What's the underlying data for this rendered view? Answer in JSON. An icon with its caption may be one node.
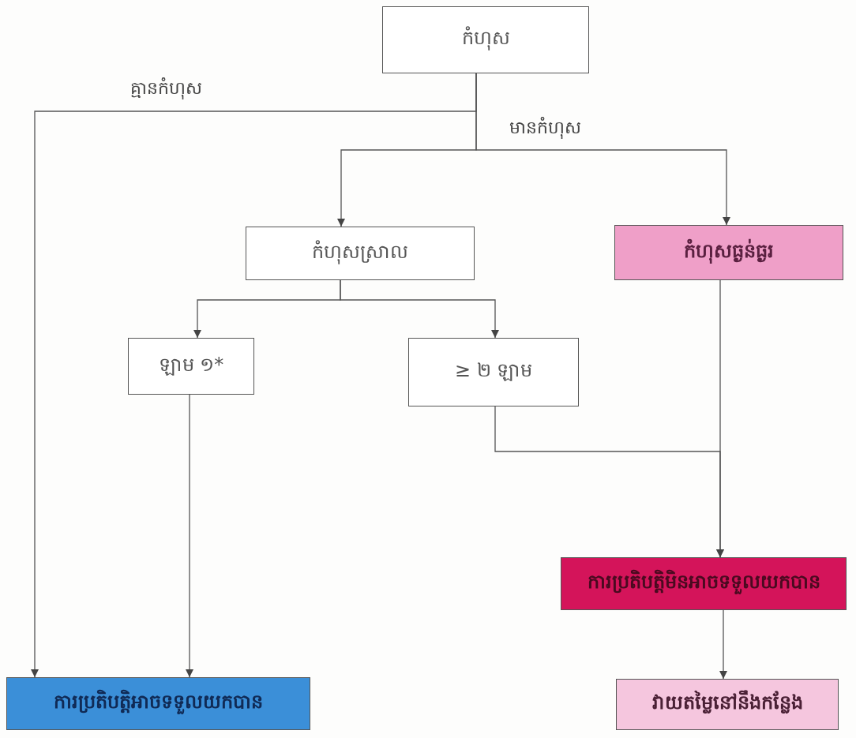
{
  "diagram": {
    "nodes": [
      {
        "text": [
          "កំហុស"
        ]
      },
      {
        "text": [
          "កំហុសស្រាល"
        ]
      },
      {
        "text": [
          "កំហុសធ្ងន់ធ្ងរ"
        ]
      },
      {
        "text": [
          "ឡាម ១*"
        ]
      },
      {
        "text": [
          "≥ ២ ឡាម"
        ]
      },
      {
        "text": [
          "ការប្រតិបត្តិមិនអាចទទួលយកបាន"
        ]
      },
      {
        "text": [
          "ការប្រតិបត្តិអាចទទួលយកបាន"
        ]
      },
      {
        "text": [
          "វាយតម្លៃនៅនឹងកន្លែង"
        ]
      }
    ],
    "edges": [
      {
        "from": 0,
        "to": 6,
        "arrow": "to",
        "label": "គ្មានកំហុស"
      },
      {
        "from": 0,
        "to": 1,
        "arrow": "to"
      },
      {
        "from": 0,
        "to": 2,
        "arrow": "to",
        "label": "មានកំហុស"
      },
      {
        "from": 1,
        "to": 3,
        "arrow": "to"
      },
      {
        "from": 1,
        "to": 4,
        "arrow": "to"
      },
      {
        "from": 3,
        "to": 6,
        "arrow": "to"
      },
      {
        "from": 4,
        "to": 5,
        "arrow": "to"
      },
      {
        "from": 2,
        "to": 5,
        "arrow": "to"
      },
      {
        "from": 5,
        "to": 7,
        "arrow": "to"
      }
    ]
  }
}
